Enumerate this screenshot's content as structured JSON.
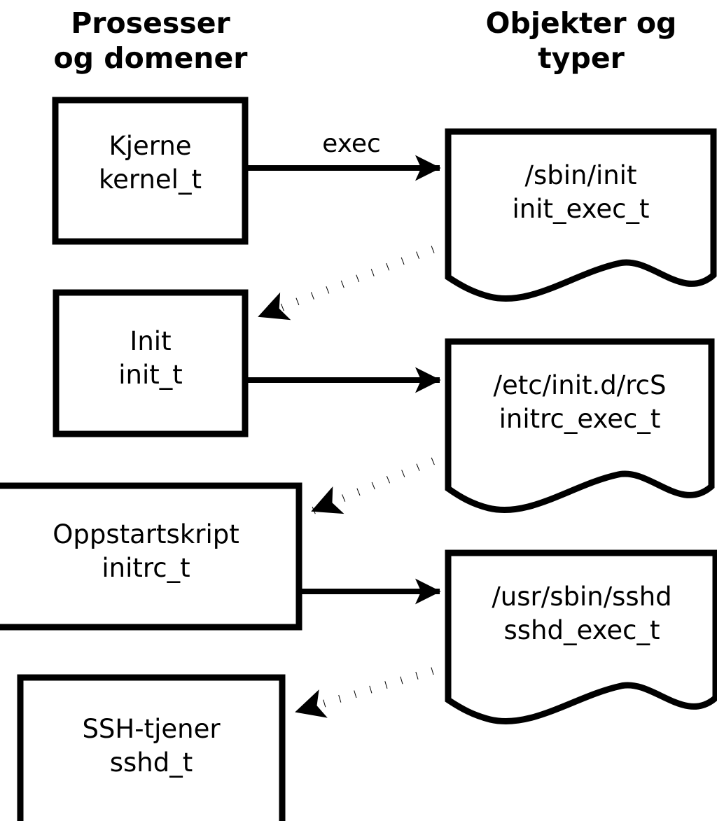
{
  "diagram": {
    "background_color": "#ffffff",
    "stroke_color": "#000000",
    "columns": [
      {
        "id": "processes",
        "title": "Prosesser\nog domener"
      },
      {
        "id": "objects",
        "title": "Objekter og\ntyper"
      }
    ],
    "process_nodes": [
      {
        "id": "kernel",
        "name": "Kjerne",
        "type": "kernel_t",
        "label": "Kjerne\nkernel_t"
      },
      {
        "id": "init",
        "name": "Init",
        "type": "init_t",
        "label": "Init\ninit_t"
      },
      {
        "id": "initrc",
        "name": "Oppstartskript",
        "type": "initrc_t",
        "label": "Oppstartskript\ninitrc_t"
      },
      {
        "id": "sshd",
        "name": "SSH-tjener",
        "type": "sshd_t",
        "label": "SSH-tjener\nsshd_t"
      }
    ],
    "object_nodes": [
      {
        "id": "init_exec",
        "path": "/sbin/init",
        "type": "init_exec_t",
        "label": "/sbin/init\ninit_exec_t"
      },
      {
        "id": "initrc_exec",
        "path": "/etc/init.d/rcS",
        "type": "initrc_exec_t",
        "label": "/etc/init.d/rcS\ninitrc_exec_t"
      },
      {
        "id": "sshd_exec",
        "path": "/usr/sbin/sshd",
        "type": "sshd_exec_t",
        "label": "/usr/sbin/sshd\nsshd_exec_t"
      }
    ],
    "edges": [
      {
        "id": "kernel-execs-init",
        "from": "kernel",
        "to": "init_exec",
        "style": "solid",
        "label": "exec"
      },
      {
        "id": "init_exec-transitions-init",
        "from": "init_exec",
        "to": "init",
        "style": "dotted",
        "label": ""
      },
      {
        "id": "init-execs-initrc",
        "from": "init",
        "to": "initrc_exec",
        "style": "solid",
        "label": ""
      },
      {
        "id": "initrc_exec-transitions-initrc",
        "from": "initrc_exec",
        "to": "initrc",
        "style": "dotted",
        "label": ""
      },
      {
        "id": "initrc-execs-sshd",
        "from": "initrc",
        "to": "sshd_exec",
        "style": "solid",
        "label": ""
      },
      {
        "id": "sshd_exec-transitions-sshd",
        "from": "sshd_exec",
        "to": "sshd",
        "style": "dotted",
        "label": ""
      }
    ]
  }
}
